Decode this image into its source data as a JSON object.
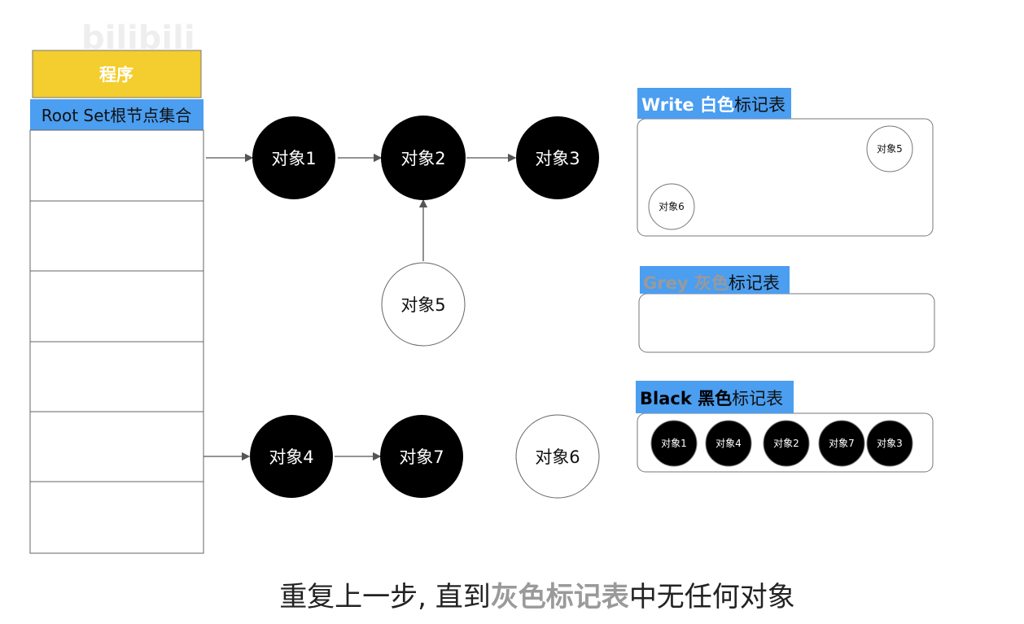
{
  "watermark": "bilibili",
  "program": {
    "label": "程序"
  },
  "root_set": {
    "label": "Root Set根节点集合"
  },
  "objects": {
    "obj1": "对象1",
    "obj2": "对象2",
    "obj3": "对象3",
    "obj4": "对象4",
    "obj5": "对象5",
    "obj6": "对象6",
    "obj7": "对象7"
  },
  "tables": {
    "white": {
      "prefix": "Write 白色",
      "suffix": "标记表",
      "items": [
        "对象5",
        "对象6"
      ]
    },
    "grey": {
      "prefix": "Grey 灰色",
      "suffix": "标记表",
      "items": []
    },
    "black": {
      "prefix": "Black 黑色",
      "suffix": "标记表",
      "items": [
        "对象1",
        "对象4",
        "对象2",
        "对象7",
        "对象3"
      ]
    }
  },
  "caption": {
    "before": "重复上一步, 直到",
    "highlight": "灰色标记表",
    "after": "中无任何对象"
  },
  "colors": {
    "program": "#f4cd2e",
    "label_blue": "#4b9ef0",
    "black_node": "#000000",
    "grey_text": "#9a9a9a"
  }
}
